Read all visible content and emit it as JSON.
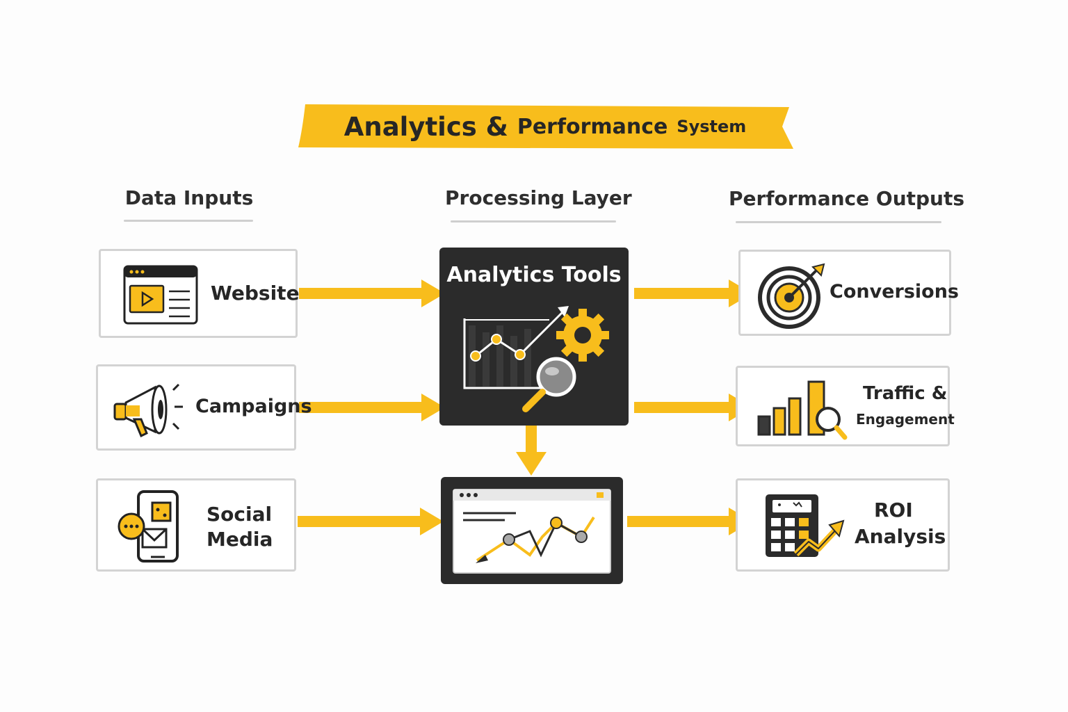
{
  "title": {
    "part1": "Analytics &",
    "part2": "Performance",
    "part3": "System"
  },
  "columns": {
    "inputs": "Data Inputs",
    "processing": "Processing Layer",
    "outputs": "Performance Outputs"
  },
  "inputs": [
    {
      "label": "Website",
      "icon": "browser-video-icon"
    },
    {
      "label": "Campaigns",
      "icon": "megaphone-icon"
    },
    {
      "label_line1": "Social",
      "label_line2": "Media",
      "icon": "phone-social-icon"
    }
  ],
  "processing": {
    "tools_title": "Analytics Tools",
    "tools_icon": "chart-gear-magnifier-icon",
    "dashboard_icon": "dashboard-line-chart-icon"
  },
  "outputs": [
    {
      "label": "Conversions",
      "icon": "target-dart-icon"
    },
    {
      "label_line1": "Traffic &",
      "label_line2": "Engagement",
      "icon": "bar-chart-magnifier-icon"
    },
    {
      "label_line1": "ROI",
      "label_line2": "Analysis",
      "icon": "calculator-growth-icon"
    }
  ],
  "colors": {
    "accent": "#f8bd1c",
    "dark": "#2b2b2b",
    "text": "#262626",
    "border": "#d3d3d3"
  }
}
